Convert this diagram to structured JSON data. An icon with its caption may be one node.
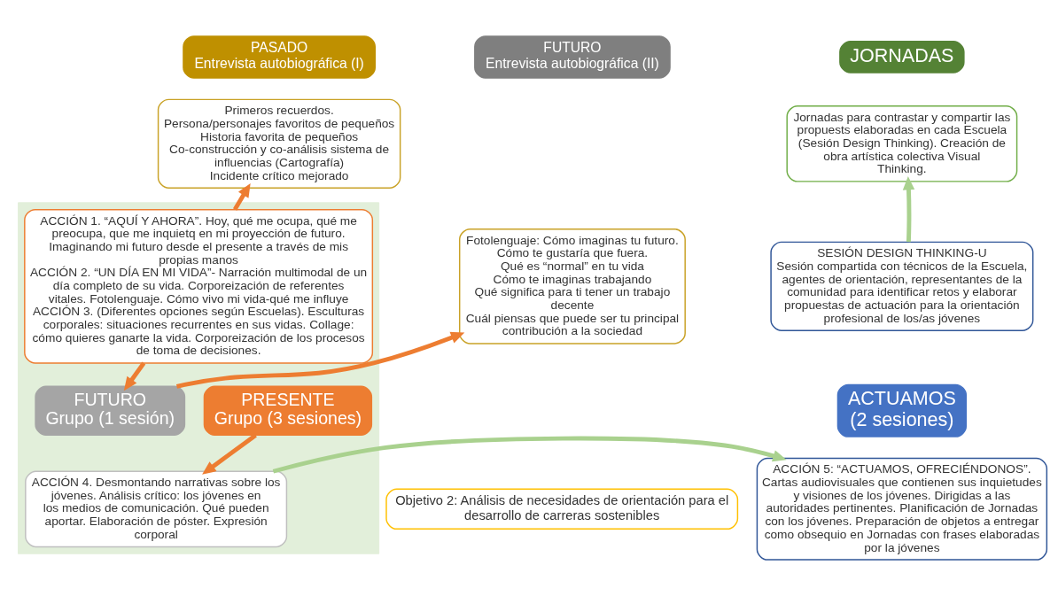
{
  "diagram": {
    "nodes": [
      {
        "text": [
          "PASADO",
          "Entrevista autobiográfica (I)"
        ]
      },
      {
        "text": [
          "Primeros recuerdos.",
          "Persona/personajes favoritos de pequeños",
          "Historia favorita de pequeños",
          "Co-construcción y co-análisis sistema de influencias (Cartografía)",
          "Incidente crítico mejorado"
        ]
      },
      {
        "text": [
          "FUTURO",
          "Entrevista autobiográfica (II)"
        ]
      },
      {
        "text": [
          "Fotolenguaje: Cómo imaginas tu futuro.",
          "Cómo te gustaría que fuera.",
          "Qué es “normal” en tu vida",
          "Cómo te imaginas trabajando",
          "Qué significa para ti tener un trabajo decente",
          "Cuál piensas que puede ser tu principal contribución a la sociedad"
        ]
      },
      {
        "text": [
          "JORNADAS"
        ]
      },
      {
        "text": [
          "Jornadas para contrastar y compartir las propuests elaboradas en cada Escuela (Sesión Design Thinking). Creación de obra artística colectiva Visual Thinking."
        ]
      },
      {
        "text": [],
        "shape": "box"
      },
      {
        "text": [
          "ACCIÓN 1. “AQUÍ Y AHORA”. Hoy, qué me ocupa, qué me preocupa, que me inquietq en mi proyección de futuro. Imaginando mi futuro desde el presente a través de mis propias manos",
          "ACCIÓN 2. “UN DÍA EN MI VIDA”- Narración multimodal de un día completo de su vida. Corporeización de referentes vitales. Fotolenguaje. Cómo vivo mi vida-qué me influye",
          "ACCIÓN 3. (Diferentes opciones según Escuelas). Esculturas corporales: situaciones recurrentes en sus vidas. Collage: cómo quieres ganarte la vida. Corporeización de los procesos de toma de decisiones."
        ],
        "in": 6
      },
      {
        "text": [
          "PRESENTE",
          "Grupo (3 sesiones)"
        ],
        "in": 6
      },
      {
        "text": [
          "FUTURO",
          "Grupo (1 sesión)"
        ],
        "in": 6
      },
      {
        "text": [
          "ACCIÓN 4. Desmontando narrativas sobre los jóvenes. Análisis crítico: los jóvenes en los medios de comunicación. Qué pueden aportar. Elaboración de póster. Expresión corporal"
        ],
        "in": 6
      },
      {
        "text": [
          "SESIÓN DESIGN THINKING-U",
          "Sesión compartida con técnicos de la Escuela, agentes de orientación, representantes de la comunidad para identificar retos y elaborar propuestas de actuación para la orientación profesional de los/as jóvenes"
        ]
      },
      {
        "text": [
          "ACTUAMOS",
          "(2 sesiones)"
        ]
      },
      {
        "text": [
          "ACCIÓN 5: “ACTUAMOS, OFRECIÉNDONOS”.",
          "Cartas audiovisuales que contienen sus inquietudes y visiones de los jóvenes. Dirigidas a las autoridades pertinentes. Planificación de Jornadas con los jóvenes. Preparación de objetos a entregar como obsequio en Jornadas con frases elaboradas por la jóvenes"
        ]
      },
      {
        "text": [
          "Objetivo 2: Análisis de necesidades de orientación para el desarrollo de carreras sostenibles"
        ]
      }
    ],
    "edges": [
      {
        "from": 7,
        "to": 1,
        "arrow": "to"
      },
      {
        "from": 7,
        "to": 9,
        "arrow": "to"
      },
      {
        "from": 9,
        "to": 3,
        "arrow": "to"
      },
      {
        "from": 8,
        "to": 10,
        "arrow": "to"
      },
      {
        "from": 10,
        "to": 13,
        "arrow": "to",
        "color": "#a9d18e"
      },
      {
        "from": 11,
        "to": 5,
        "arrow": "to",
        "color": "#a9d18e"
      }
    ]
  }
}
